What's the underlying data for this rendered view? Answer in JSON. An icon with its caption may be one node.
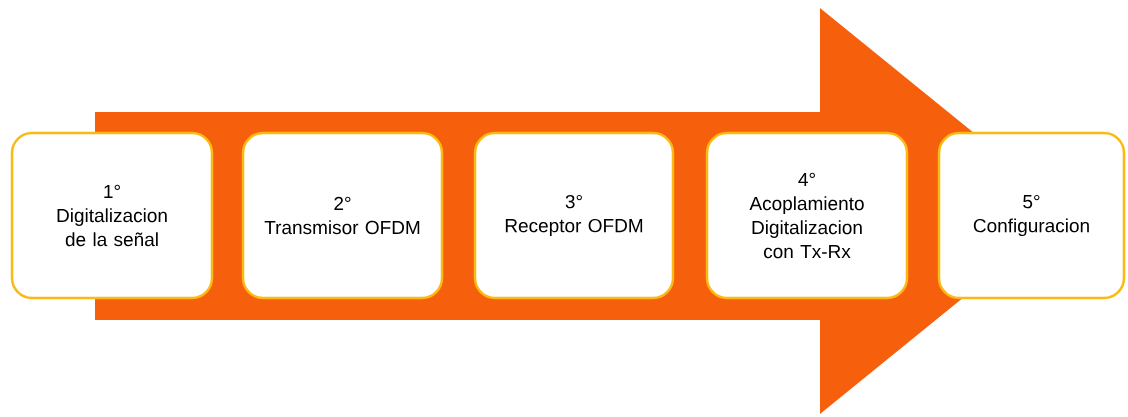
{
  "diagram": {
    "nodes": [
      {
        "text": [
          "1°",
          "Digitalizacion de la señal"
        ]
      },
      {
        "text": [
          "2°",
          "Transmisor OFDM"
        ]
      },
      {
        "text": [
          "3°",
          "Receptor OFDM"
        ]
      },
      {
        "text": [
          "4°",
          "Acoplamiento Digitalizacion con Tx-Rx"
        ]
      },
      {
        "text": [
          "5°",
          "Configuracion"
        ]
      }
    ],
    "edges": [
      {
        "from": 0,
        "to": 4,
        "arrow": "to"
      }
    ]
  }
}
